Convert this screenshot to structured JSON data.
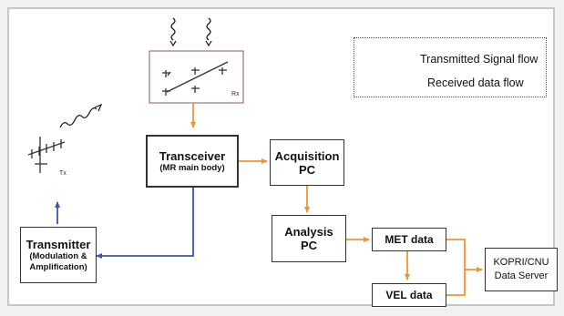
{
  "legend": {
    "transmitted": "Transmitted Signal flow",
    "received": "Received data flow"
  },
  "antenna": {
    "rx_label": "Rx",
    "tx_label": "Tx"
  },
  "nodes": {
    "transceiver": {
      "title": "Transceiver",
      "subtitle": "(MR main body)"
    },
    "acquisition": {
      "line1": "Acquisition",
      "line2": "PC"
    },
    "analysis": {
      "line1": "Analysis",
      "line2": "PC"
    },
    "transmitter": {
      "title": "Transmitter",
      "sub1": "(Modulation &",
      "sub2": "Amplification)"
    },
    "met": "MET data",
    "vel": "VEL data",
    "server": {
      "line1": "KOPRI/CNU",
      "line2": "Data Server"
    }
  },
  "colors": {
    "transmitted": "#3b55b0",
    "received": "#f0952e"
  },
  "icons": [
    "wavy-signal-arrow-icon",
    "rx-antenna-array-icon",
    "tx-yagi-antenna-icon"
  ]
}
